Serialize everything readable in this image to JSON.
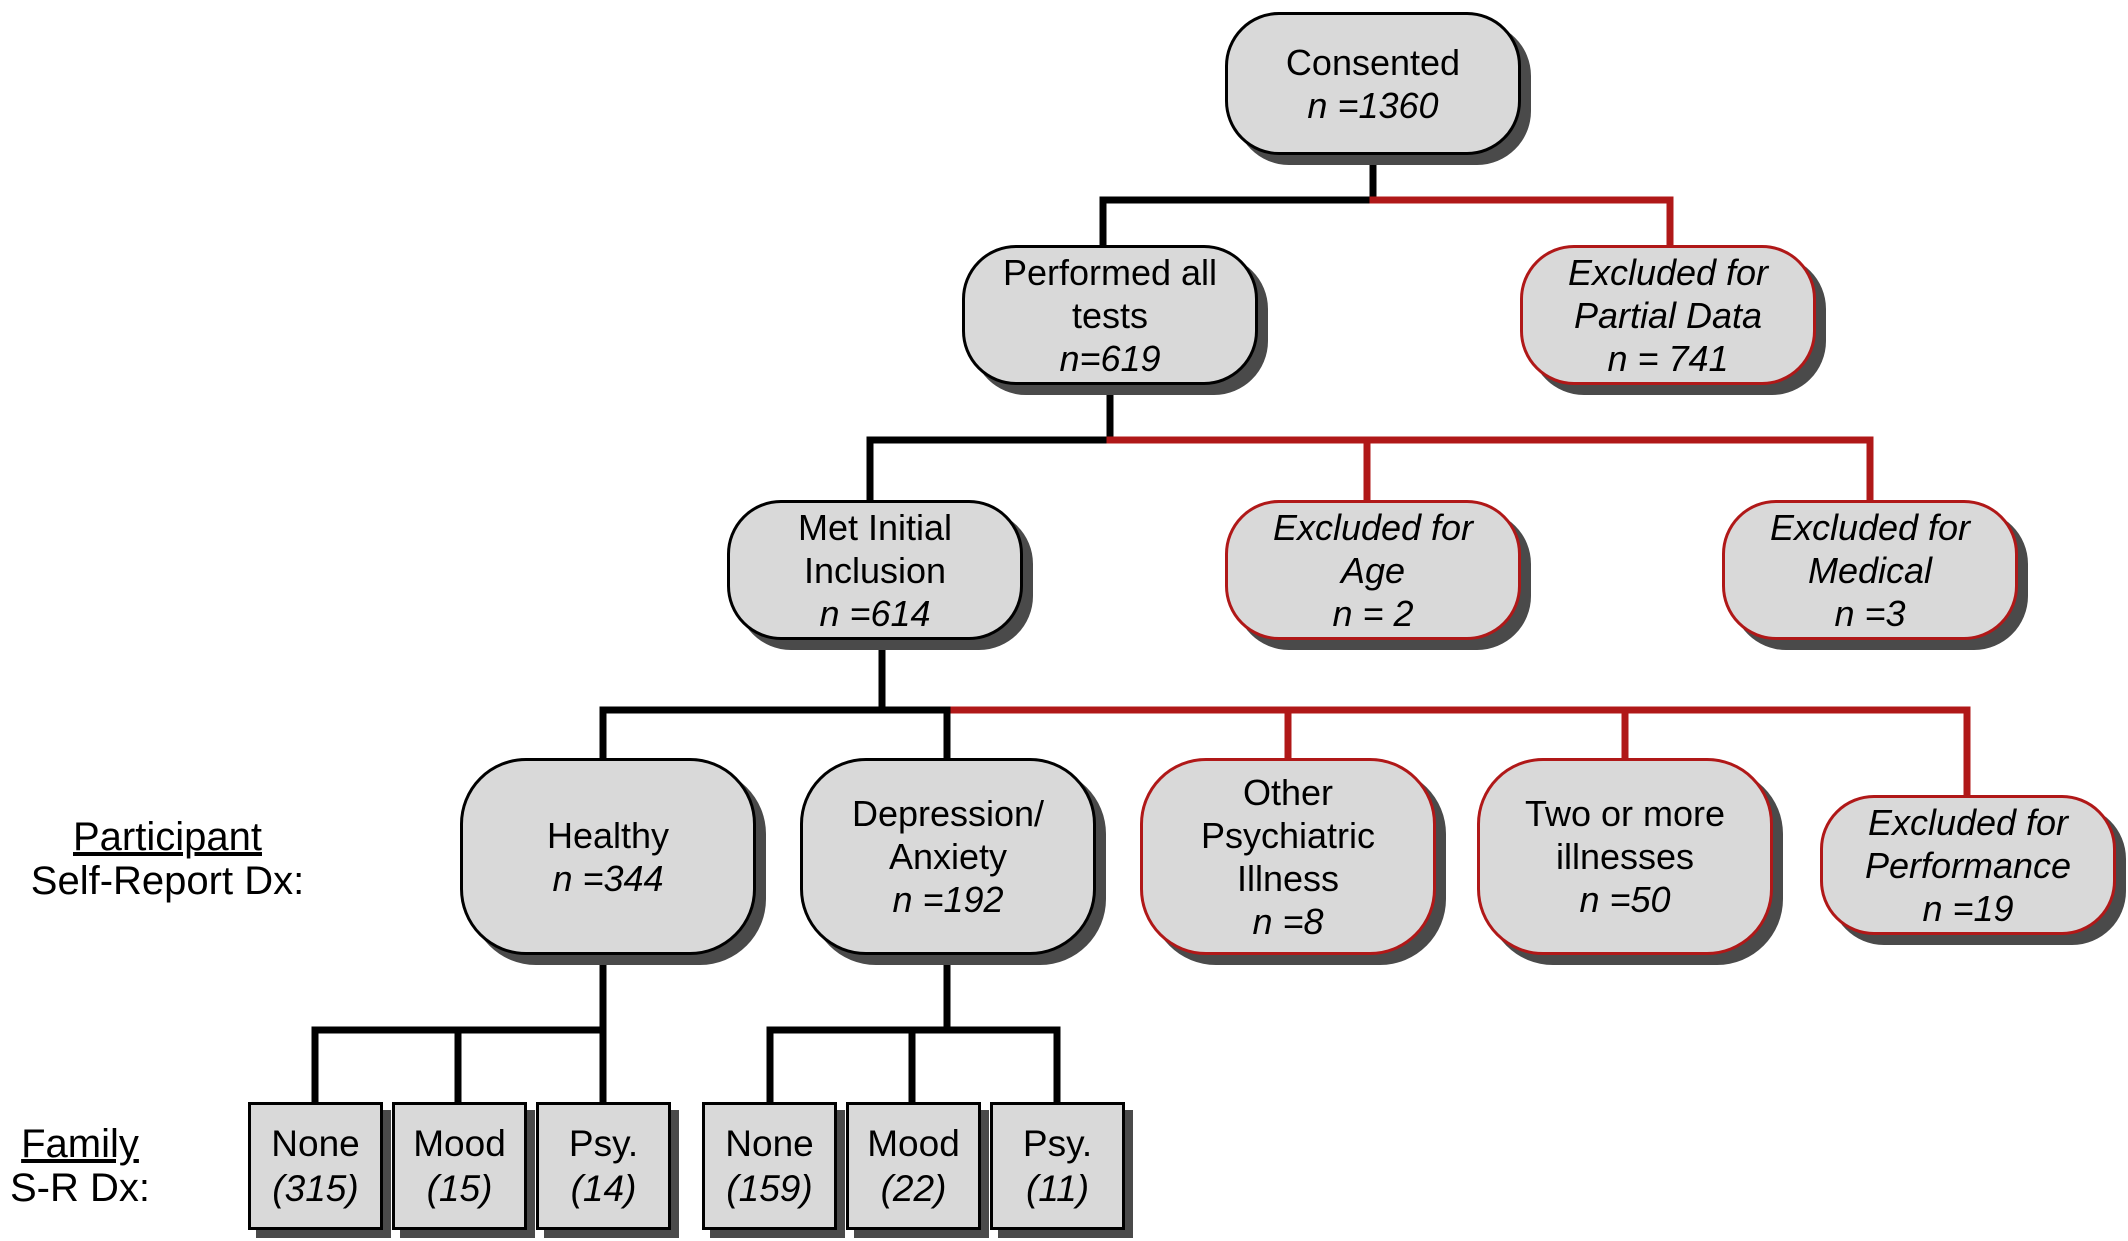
{
  "nodes": {
    "consented": {
      "line1": "Consented",
      "line2": "n =1360"
    },
    "performed": {
      "line1": "Performed all",
      "line2": "tests",
      "line3": "n=619"
    },
    "partial": {
      "line1": "Excluded for",
      "line2": "Partial Data",
      "line3": "n = 741"
    },
    "met": {
      "line1": "Met Initial",
      "line2": "Inclusion",
      "line3": "n =614"
    },
    "age": {
      "line1": "Excluded for",
      "line2": "Age",
      "line3": "n = 2"
    },
    "medical": {
      "line1": "Excluded for",
      "line2": "Medical",
      "line3": "n =3"
    },
    "healthy": {
      "line1": "Healthy",
      "line2": "n =344"
    },
    "depression": {
      "line1": "Depression/",
      "line2": "Anxiety",
      "line3": "n =192"
    },
    "other": {
      "line1": "Other",
      "line2": "Psychiatric",
      "line3": "Illness",
      "line4": "n =8"
    },
    "two_or_more": {
      "line1": "Two or more",
      "line2": "illnesses",
      "line3": "n =50"
    },
    "performance": {
      "line1": "Excluded for",
      "line2": "Performance",
      "line3": "n =19"
    }
  },
  "family": {
    "healthy": [
      {
        "label": "None",
        "count": "(315)"
      },
      {
        "label": "Mood",
        "count": "(15)"
      },
      {
        "label": "Psy.",
        "count": "(14)"
      }
    ],
    "depression": [
      {
        "label": "None",
        "count": "(159)"
      },
      {
        "label": "Mood",
        "count": "(22)"
      },
      {
        "label": "Psy.",
        "count": "(11)"
      }
    ]
  },
  "side_labels": {
    "participant": {
      "title": "Participant",
      "sub": "Self-Report Dx:"
    },
    "family": {
      "title": "Family",
      "sub": "S-R Dx:"
    }
  },
  "colors": {
    "include_line": "#000000",
    "exclude_line": "#b01818",
    "box_fill": "#d9d9d9",
    "shadow": "#4a4a4a"
  }
}
